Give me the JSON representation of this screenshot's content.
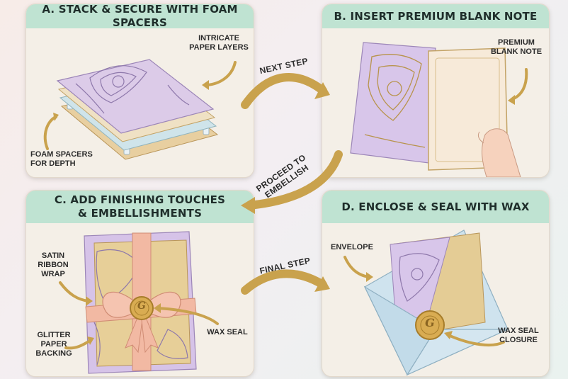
{
  "panels": {
    "a": {
      "title": "A. STACK & SECURE WITH FOAM SPACERS",
      "callout_layers": "INTRICATE PAPER LAYERS",
      "callout_spacers": "FOAM SPACERS FOR DEPTH"
    },
    "b": {
      "title": "B. INSERT PREMIUM BLANK NOTE",
      "callout_note": "PREMIUM BLANK NOTE"
    },
    "c": {
      "title_line1": "C. ADD FINISHING TOUCHES",
      "title_line2": "& EMBELLISHMENTS",
      "callout_ribbon": "SATIN RIBBON WRAP",
      "callout_glitter": "GLITTER PAPER BACKING",
      "callout_seal": "WAX SEAL"
    },
    "d": {
      "title": "D. ENCLOSE & SEAL WITH WAX",
      "callout_envelope": "ENVELOPE",
      "callout_closure": "WAX SEAL CLOSURE"
    }
  },
  "arrows": {
    "next_step": "NEXT STEP",
    "proceed_line1": "PROCEED TO",
    "proceed_line2": "EMBELLISH",
    "final_step": "FINAL STEP"
  },
  "colors": {
    "header": "#bfe3d2",
    "lavender": "#c9b3e0",
    "gold": "#c9a24d",
    "ribbon": "#f2b9a3",
    "envelope": "#d4e6f0"
  },
  "seal_letter": "G"
}
